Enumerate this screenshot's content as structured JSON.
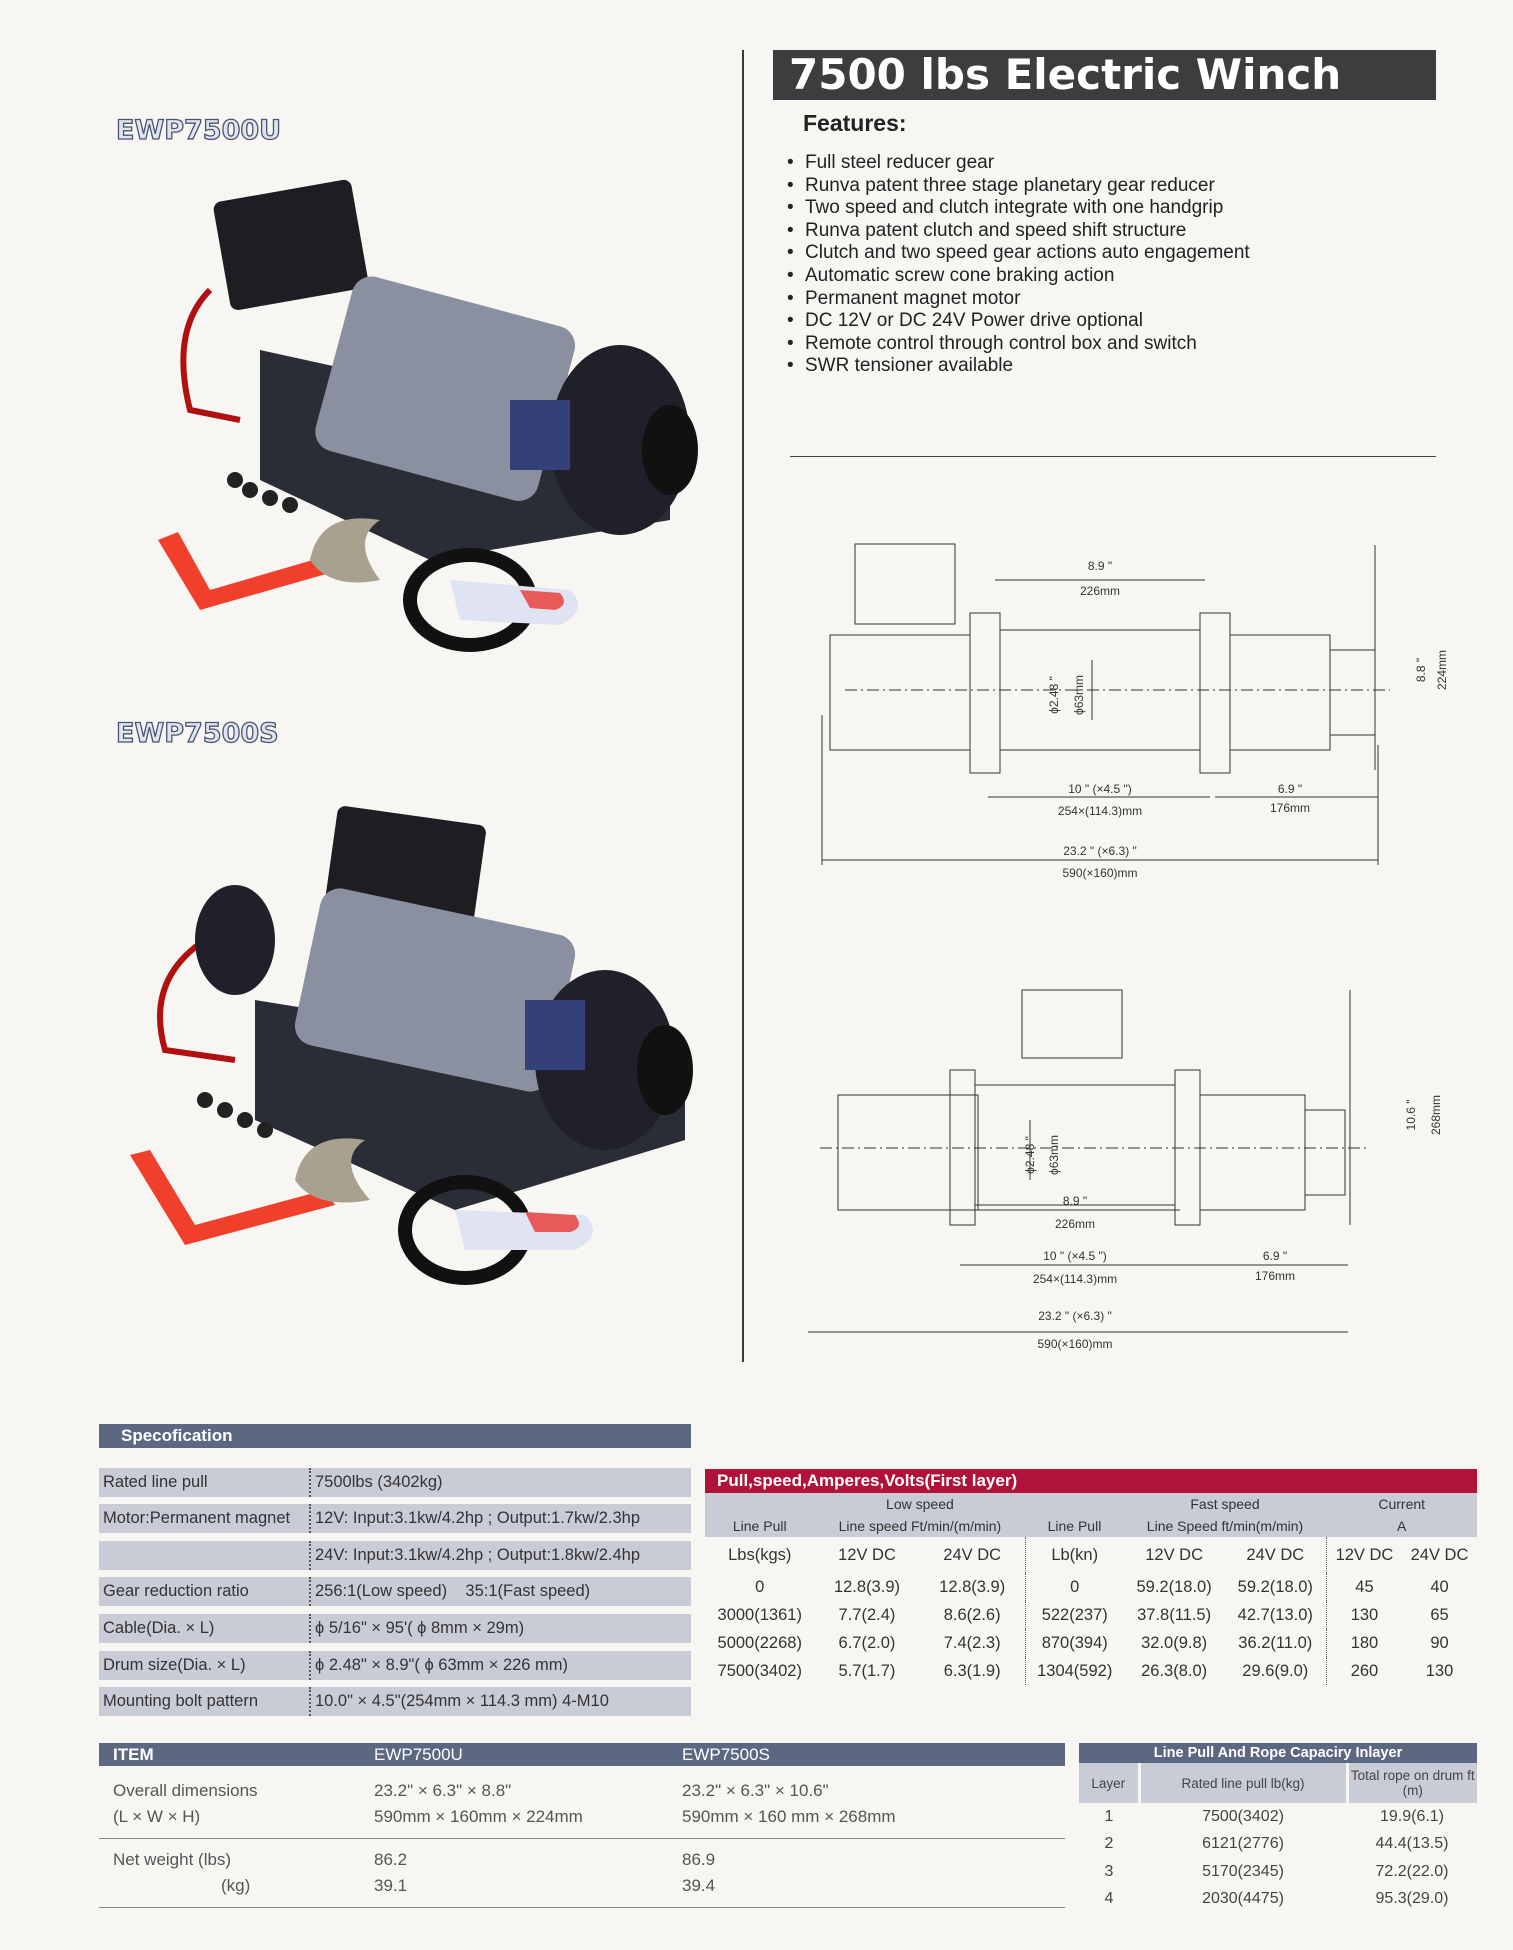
{
  "models": {
    "u": "EWP7500U",
    "s": "EWP7500S"
  },
  "title": "7500 lbs Electric Winch",
  "features": {
    "title": "Features:",
    "items": [
      "Full steel reducer gear",
      "Runva patent three stage planetary gear reducer",
      "Two speed and clutch integrate with one handgrip",
      "Runva patent clutch and speed shift structure",
      "Clutch and two speed gear actions auto engagement",
      "Automatic screw cone braking action",
      "Permanent magnet motor",
      "DC 12V or DC 24V Power drive optional",
      "Remote control through control box and switch",
      "SWR tensioner available"
    ]
  },
  "drawing_u": {
    "drum_len_in": "8.9 \"",
    "drum_len_mm": "226mm",
    "drum_dia_in": "ϕ2.48 \"",
    "drum_dia_mm": "ϕ63mm",
    "height_in": "8.8 \"",
    "height_mm": "224mm",
    "bolt_in": "10 \" (×4.5 \")",
    "bolt_mm": "254×(114.3)mm",
    "end_in": "6.9 \"",
    "end_mm": "176mm",
    "total_in": "23.2 \" (×6.3) \"",
    "total_mm": "590(×160)mm"
  },
  "drawing_s": {
    "drum_len_in": "8.9 \"",
    "drum_len_mm": "226mm",
    "drum_dia_in": "ϕ2.48 \"",
    "drum_dia_mm": "ϕ63mm",
    "height_in": "10.6 \"",
    "height_mm": "268mm",
    "bolt_in": "10 \" (×4.5 \")",
    "bolt_mm": "254×(114.3)mm",
    "end_in": "6.9 \"",
    "end_mm": "176mm",
    "total_in": "23.2 \" (×6.3) \"",
    "total_mm": "590(×160)mm"
  },
  "spec": {
    "title": "Specofication",
    "rows": [
      {
        "k": "Rated line pull",
        "v": "7500lbs (3402kg)"
      },
      {
        "k": "Motor:Permanent magnet",
        "v": "12V: Input:3.1kw/4.2hp ; Output:1.7kw/2.3hp"
      },
      {
        "k": "",
        "v": "24V: Input:3.1kw/4.2hp ; Output:1.8kw/2.4hp"
      },
      {
        "k": "Gear reduction ratio",
        "v": "256:1(Low speed)    35:1(Fast speed)"
      },
      {
        "k": "Cable(Dia. × L)",
        "v": "ϕ 5/16\" × 95'( ϕ 8mm × 29m)"
      },
      {
        "k": "Drum size(Dia. × L)",
        "v": "ϕ 2.48\" × 8.9\"( ϕ 63mm × 226 mm)"
      },
      {
        "k": "Mounting bolt pattern",
        "v": "10.0\" × 4.5\"(254mm × 114.3 mm)  4-M10"
      }
    ]
  },
  "pull": {
    "title": "Pull,speed,Amperes,Volts(First layer)",
    "low_speed": "Low speed",
    "fast_speed": "Fast speed",
    "current": "Current",
    "current_unit": "A",
    "line_pull": "Line Pull",
    "line_speed_low": "Line  speed  Ft/min/(m/min)",
    "line_speed_fast": "Line Speed ft/min(m/min)",
    "units": [
      "Lbs(kgs)",
      "12V DC",
      "24V DC",
      "Lb(kn)",
      "12V DC",
      "24V DC",
      "12V DC",
      "24V DC"
    ],
    "rows": [
      [
        "0",
        "12.8(3.9)",
        "12.8(3.9)",
        "0",
        "59.2(18.0)",
        "59.2(18.0)",
        "45",
        "40"
      ],
      [
        "3000(1361)",
        "7.7(2.4)",
        "8.6(2.6)",
        "522(237)",
        "37.8(11.5)",
        "42.7(13.0)",
        "130",
        "65"
      ],
      [
        "5000(2268)",
        "6.7(2.0)",
        "7.4(2.3)",
        "870(394)",
        "32.0(9.8)",
        "36.2(11.0)",
        "180",
        "90"
      ],
      [
        "7500(3402)",
        "5.7(1.7)",
        "6.3(1.9)",
        "1304(592)",
        "26.3(8.0)",
        "29.6(9.0)",
        "260",
        "130"
      ]
    ]
  },
  "item": {
    "headers": [
      "ITEM",
      "EWP7500U",
      "EWP7500S"
    ],
    "dims": {
      "label1": "Overall  dimensions",
      "label2": "(L × W × H)",
      "u1": "23.2\" × 6.3\" × 8.8\"",
      "u2": "590mm × 160mm × 224mm",
      "s1": "23.2\" × 6.3\" × 10.6\"",
      "s2": "590mm × 160 mm × 268mm"
    },
    "weight": {
      "label1": "Net weight   (lbs)",
      "label2": "(kg)",
      "u1": "86.2",
      "u2": "39.1",
      "s1": "86.9",
      "s2": "39.4"
    }
  },
  "layers": {
    "title": "Line Pull And Rope Capaciry Inlayer",
    "headers": [
      "Layer",
      "Rated line pull    lb(kg)",
      "Total rope on drum ft (m)"
    ],
    "rows": [
      [
        "1",
        "7500(3402)",
        "19.9(6.1)"
      ],
      [
        "2",
        "6121(2776)",
        "44.4(13.5)"
      ],
      [
        "3",
        "5170(2345)",
        "72.2(22.0)"
      ],
      [
        "4",
        "2030(4475)",
        "95.3(29.0)"
      ]
    ]
  }
}
